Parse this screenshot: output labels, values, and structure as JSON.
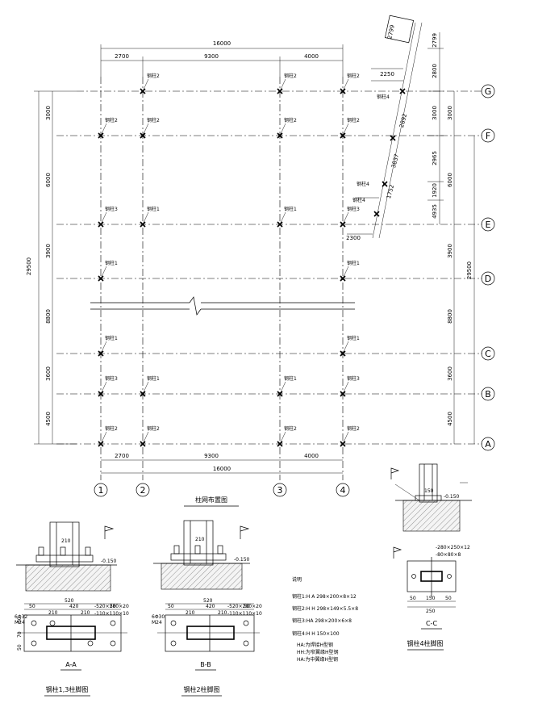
{
  "plan": {
    "title": "柱网布置图",
    "total_width": "16000",
    "top_dims": [
      "2700",
      "9300",
      "4000"
    ],
    "bottom_dims": [
      "2700",
      "9300",
      "4000"
    ],
    "left_total": "29500",
    "right_total": "29500",
    "left_dims": [
      "3000",
      "6000",
      "3900",
      "8800",
      "3600",
      "4500"
    ],
    "right_dims": [
      "3000",
      "6000",
      "3900",
      "8800",
      "3600",
      "4500"
    ],
    "col_axes": [
      "1",
      "2",
      "3",
      "4"
    ],
    "row_axes": [
      "G",
      "F",
      "E",
      "D",
      "C",
      "B",
      "A"
    ],
    "rowG_labels": [
      "钢柱2",
      "钢柱2",
      "钢柱2"
    ],
    "rowF_labels": [
      "钢柱2",
      "钢柱2",
      "钢柱2",
      "钢柱2"
    ],
    "rowE_labels": [
      "钢柱3",
      "钢柱1",
      "钢柱1",
      "钢柱3"
    ],
    "rowD_labels": [
      "钢柱1",
      "钢柱1"
    ],
    "rowC_labels": [
      "钢柱1",
      "钢柱1"
    ],
    "rowB_labels": [
      "钢柱3",
      "钢柱1",
      "钢柱1",
      "钢柱3"
    ],
    "rowA_labels": [
      "钢柱2",
      "钢柱2",
      "钢柱2",
      "钢柱2"
    ],
    "stair_dims": [
      "2250",
      "2892",
      "3837",
      "1752",
      "2300"
    ],
    "stair_labels": [
      "钢柱4",
      "钢柱4",
      "钢柱4"
    ],
    "stair_right_dims": [
      "2799",
      "2800",
      "3000",
      "2965",
      "1920",
      "4935"
    ],
    "stair_top_label": "2799"
  },
  "section_aa": {
    "caption": "A-A",
    "title": "钢柱1,3柱脚图",
    "elev": "-0.150",
    "top_dim": "520",
    "sub_dims": [
      "50",
      "420",
      "50"
    ],
    "inner_dims": [
      "210",
      "210"
    ],
    "plate_note": "-520×280×20",
    "rib_note": "-110×110×10",
    "side_dims": [
      "50",
      "70",
      "50"
    ],
    "bolt_note": "6Φ32",
    "mark": "M24",
    "col_dim": "210"
  },
  "section_bb": {
    "caption": "B-B",
    "title": "钢柱2柱脚图",
    "elev": "-0.150",
    "top_dim": "520",
    "sub_dims": [
      "50",
      "420",
      "50"
    ],
    "inner_dims": [
      "210",
      "210"
    ],
    "plate_note": "-520×280×20",
    "rib_note": "-110×110×10",
    "bolt_note": "6Φ30",
    "mark": "M24",
    "col_dim": "210"
  },
  "section_cc": {
    "caption": "C-C",
    "title": "钢柱4柱脚图",
    "elev": "-0.150",
    "plate_note": "-280×250×12",
    "rib_note": "-80×80×8",
    "bottom_dims": [
      "50",
      "150",
      "50"
    ],
    "total": "250",
    "col_dim": "150"
  },
  "notes": {
    "heading": "说明",
    "items": [
      "钢柱1:H   A 298×200×8×12",
      "钢柱2:H   H 298×149×5.5×8",
      "钢柱3:HA 298×200×6×8",
      "钢柱4:H   H 150×100"
    ],
    "sub_items": [
      "HA:为焊接H型钢",
      "HH:为窄翼缘H型钢",
      "HA:为中翼缘H型钢"
    ]
  }
}
